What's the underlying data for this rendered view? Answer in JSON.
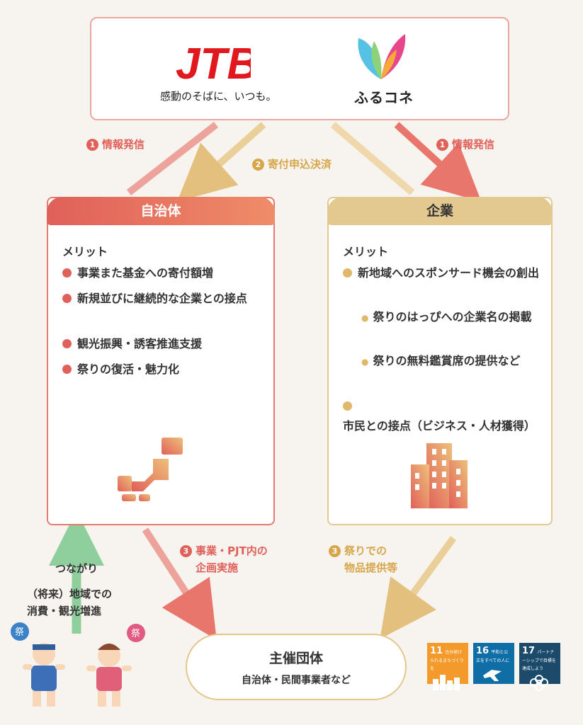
{
  "top": {
    "jtb_logo": "JTB",
    "jtb_tagline": "感動のそばに、いつも。",
    "furukone_name": "ふるコネ"
  },
  "arrows": {
    "info_left": "情報発信",
    "info_right": "情報発信",
    "donation": "寄付申込決済",
    "project": [
      "事業・PJT内の",
      "企画実施"
    ],
    "goods": [
      "祭りでの",
      "物品提供等"
    ],
    "n1": "1",
    "n2": "2",
    "n3": "3"
  },
  "left_card": {
    "title": "自治体",
    "merit": "メリット",
    "items": [
      "事業また基金への寄付額増",
      "新規並びに継続的な企業との接点",
      "観光振興・誘客推進支援",
      "祭りの復活・魅力化"
    ],
    "icon": "japan-map-icon"
  },
  "right_card": {
    "title": "企業",
    "merit": "メリット",
    "items": [
      "新地域へのスポンサード機会の創出",
      "市民との接点（ビジネス・人材獲得）"
    ],
    "sub_items": [
      "祭りのはっぴへの企業名の掲載",
      "祭りの無料鑑賞席の提供など"
    ],
    "icon": "building-icon"
  },
  "side": {
    "connection": "つながり",
    "future_line1": "（将来）地域での",
    "future_line2": "消費・観光増進",
    "festival_char": "祭"
  },
  "host": {
    "title": "主催団体",
    "subtitle": "自治体・民間事業者など"
  },
  "sdgs": [
    {
      "num": "11",
      "text": "住み続けられるまちづくりを",
      "color": "#f39a2b"
    },
    {
      "num": "16",
      "text": "平和と公正をすべての人に",
      "color": "#0f6ea5"
    },
    {
      "num": "17",
      "text": "パートナーシップで目標を達成しよう",
      "color": "#1b4a6b"
    }
  ]
}
